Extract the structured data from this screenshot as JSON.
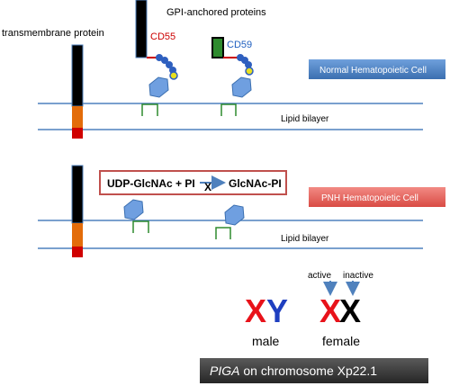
{
  "labels": {
    "gpi_anchored": "GPI-anchored proteins",
    "transmembrane": "transmembrane protein",
    "cd55": "CD55",
    "cd59": "CD59",
    "normal_cell": "Normal Hematopoietic Cell",
    "pnh_cell": "PNH Hematopoietic Cell",
    "lipid_bilayer_top": "Lipid bilayer",
    "lipid_bilayer_bottom": "Lipid bilayer"
  },
  "reaction": {
    "substrate": "UDP-GlcNAc + PI",
    "block": "X",
    "product": "GlcNAc-PI"
  },
  "genetics": {
    "male_x": "X",
    "male_y": "Y",
    "female_x1": "X",
    "female_x2": "X",
    "male_label": "male",
    "female_label": "female",
    "active": "active",
    "inactive": "inactive",
    "piga_gene": "PIGA",
    "piga_rest": " on chromosome Xp22.1"
  },
  "colors": {
    "membrane": "#4f81bd",
    "banner": "#4f81bd",
    "red": "#cc0000",
    "blue": "#1f5fbf",
    "anchor": "#2e8b2e"
  }
}
